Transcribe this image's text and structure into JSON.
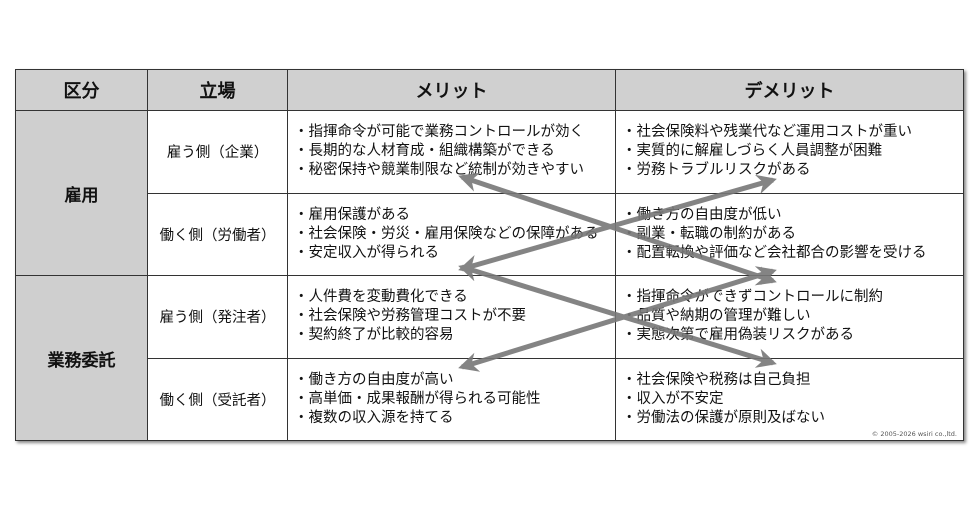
{
  "headers": [
    "区分",
    "立場",
    "メリット",
    "デメリット"
  ],
  "categories": [
    "雇用",
    "業務委託"
  ],
  "rows": [
    {
      "role": "雇う側（企業）",
      "merits": [
        "・指揮命令が可能で業務コントロールが効く",
        "・長期的な人材育成・組織構築ができる",
        "・秘密保持や競業制限など統制が効きやすい"
      ],
      "demerits": [
        "・社会保険料や残業代など運用コストが重い",
        "・実質的に解雇しづらく人員調整が困難",
        "・労務トラブルリスクがある"
      ]
    },
    {
      "role": "働く側（労働者）",
      "merits": [
        "・雇用保護がある",
        "・社会保険・労災・雇用保険などの保障がある",
        "・安定収入が得られる"
      ],
      "demerits": [
        "・働き方の自由度が低い",
        "・副業・転職の制約がある",
        "・配置転換や評価など会社都合の影響を受ける"
      ]
    },
    {
      "role": "雇う側（発注者）",
      "merits": [
        "・人件費を変動費化できる",
        "・社会保険や労務管理コストが不要",
        "・契約終了が比較的容易"
      ],
      "demerits": [
        "・指揮命令ができずコントロールに制約",
        "・品質や納期の管理が難しい",
        "・実態次第で雇用偽装リスクがある"
      ]
    },
    {
      "role": "働く側（受託者）",
      "merits": [
        "・働き方の自由度が高い",
        "・高単価・成果報酬が得られる可能性",
        "・複数の収入源を持てる"
      ],
      "demerits": [
        "・社会保険や税務は自己負担",
        "・収入が不安定",
        "・労働法の保護が原則及ばない"
      ]
    }
  ],
  "copyright": "© 2005-2026 wsiri co.,ltd."
}
